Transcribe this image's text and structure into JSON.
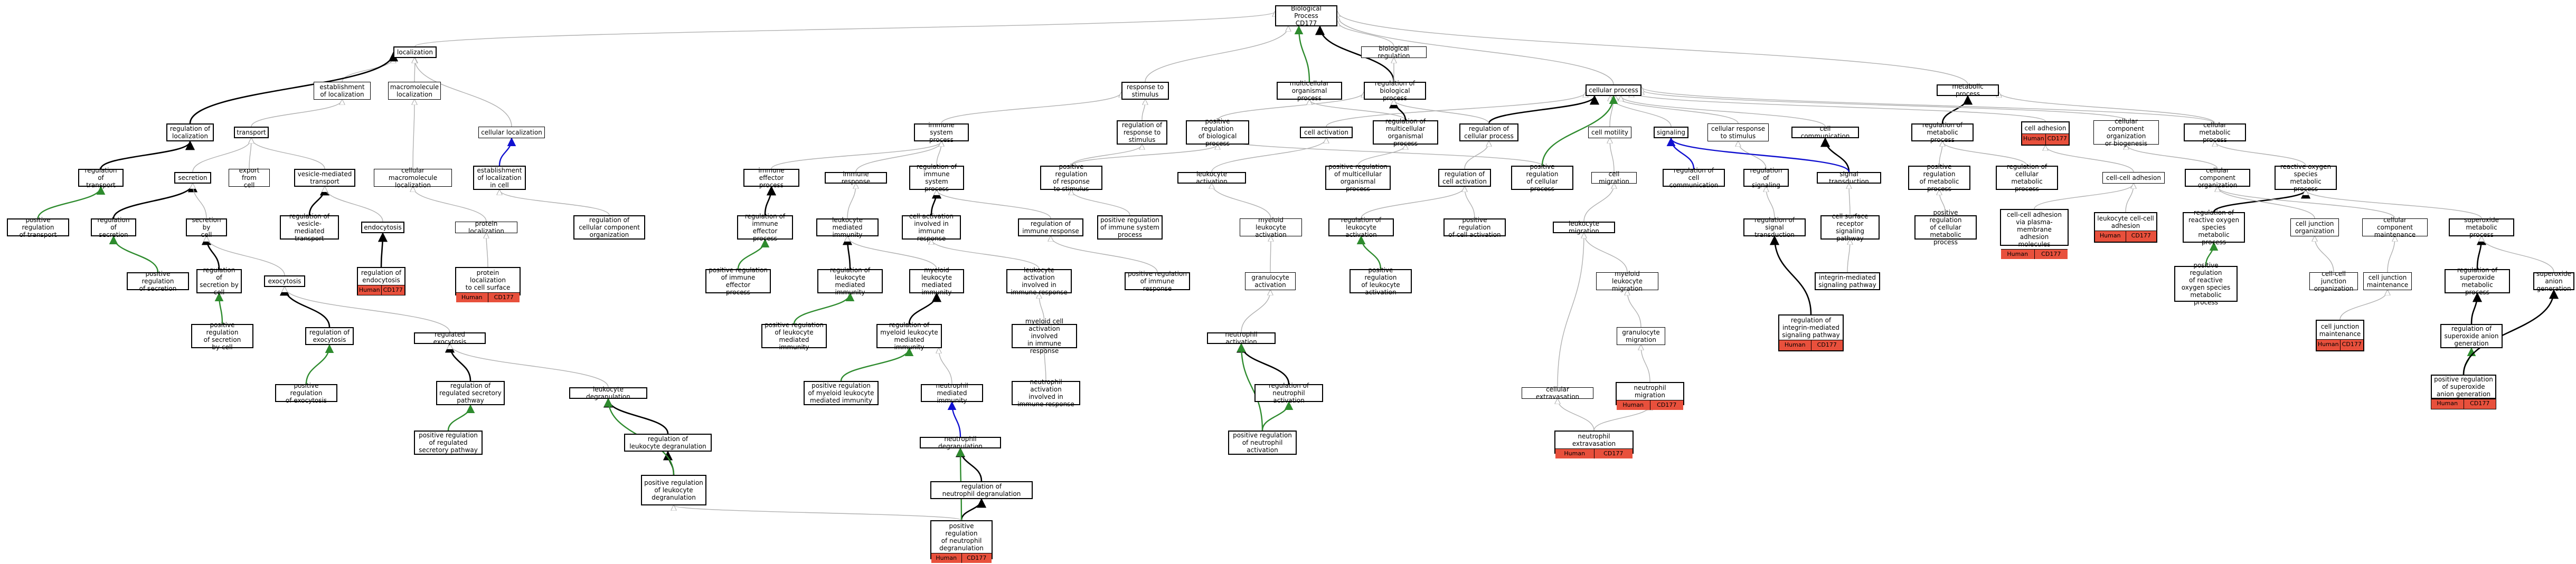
{
  "colors": {
    "grey": "#b0b0b0",
    "black": "#000000",
    "green": "#2e8b2e",
    "blue": "#1010d0",
    "gene": "#e8503c"
  },
  "gene_tag": {
    "species": "Human",
    "gene": "CD177"
  },
  "nodes": {
    "bp": "Biological Process\nCD177",
    "localization": "localization",
    "bioreg": "biological regulation",
    "est_loc": "establishment\nof localization",
    "macro_loc": "macromolecule\nlocalization",
    "resp_stim": "response to\nstimulus",
    "multi_proc": "multicellular\norganismal process",
    "reg_bio": "regulation of\nbiological process",
    "cell_proc": "cellular process",
    "met_proc": "metabolic process",
    "reg_loc": "regulation of\nlocalization",
    "transport": "transport",
    "cell_loc": "cellular localization",
    "imm_sys": "immune system\nprocess",
    "reg_resp_stim": "regulation of\nresponse to\nstimulus",
    "pos_reg_bio": "positive regulation\nof biological\nprocess",
    "cell_act": "cell activation",
    "reg_multi": "regulation of\nmulticellular\norganismal process",
    "reg_cell_proc": "regulation of\ncellular process",
    "cell_mot": "cell motility",
    "signaling": "signaling",
    "cell_resp_stim": "cellular response\nto stimulus",
    "cell_comm": "cell communication",
    "reg_met": "regulation of\nmetabolic process",
    "cell_adh": "cell adhesion",
    "cc_org": "cellular component\norganization\nor biogenesis",
    "cell_met": "cellular metabolic\nprocess",
    "reg_transport": "regulation of\ntransport",
    "secretion": "secretion",
    "export_cell": "export from\ncell",
    "vesicle_trans": "vesicle-mediated\ntransport",
    "cell_macro_loc": "cellular macromolecule\nlocalization",
    "est_loc_cell": "establishment\nof localization\nin cell",
    "imm_eff": "immune effector\nprocess",
    "imm_resp": "immune response",
    "reg_imm_sys": "regulation of\nimmune system\nprocess",
    "pos_reg_resp_stim": "positive regulation\nof response\nto stimulus",
    "leuk_act": "leukocyte activation",
    "pos_reg_multi": "positive regulation\nof multicellular\norganismal process",
    "reg_cell_act": "regulation of\ncell activation",
    "pos_reg_cell_proc": "positive regulation\nof cellular\nprocess",
    "cell_mig": "cell migration",
    "reg_cell_comm": "regulation of\ncell communication",
    "reg_signaling": "regulation of\nsignaling",
    "sig_trans": "signal transduction",
    "pos_reg_met": "positive regulation\nof metabolic\nprocess",
    "reg_cell_met": "regulation of\ncellular metabolic\nprocess",
    "cc_adh": "cell-cell adhesion",
    "cc_org2": "cellular component\norganization",
    "ros_met": "reactive oxygen\nspecies metabolic\nprocess",
    "pos_reg_trans": "positive regulation\nof transport",
    "reg_secretion": "regulation of\nsecretion",
    "secr_cell": "secretion by\ncell",
    "reg_vesicle": "regulation of\nvesicle-mediated\ntransport",
    "endocytosis": "endocytosis",
    "prot_loc": "protein localization",
    "reg_cc_org": "regulation of\ncellular component\norganization",
    "reg_imm_eff": "regulation of\nimmune effector\nprocess",
    "leuk_med_imm": "leukocyte mediated\nimmunity",
    "cell_act_imm": "cell activation\ninvolved in\nimmune response",
    "reg_imm_resp": "regulation of\nimmune response",
    "pos_reg_imm_sys": "positive regulation\nof immune system\nprocess",
    "myel_leuk_act": "myeloid leukocyte\nactivation",
    "reg_leuk_act": "regulation of\nleukocyte activation",
    "pos_reg_cell_act": "positive regulation\nof cell activation",
    "leuk_mig": "leukocyte migration",
    "reg_sig_trans": "regulation of\nsignal transduction",
    "cell_surf_rec": "cell surface\nreceptor signaling\npathway",
    "pos_reg_cell_met": "positive regulation\nof cellular\nmetabolic process",
    "reg_ros_met": "regulation of\nreactive oxygen\nspecies metabolic\nprocess",
    "cell_junc_org": "cell junction\norganization",
    "cc_maint": "cellular component\nmaintenance",
    "superox_met": "superoxide metabolic\nprocess",
    "pos_reg_secretion": "positive regulation\nof secretion",
    "reg_secr_cell": "regulation of\nsecretion by\ncell",
    "exocytosis": "exocytosis",
    "pos_reg_imm_eff": "positive regulation\nof immune effector\nprocess",
    "reg_leuk_med": "regulation of\nleukocyte mediated\nimmunity",
    "myel_leuk_med": "myeloid leukocyte\nmediated\nimmunity",
    "leuk_act_imm": "leukocyte activation\ninvolved in\nimmune response",
    "pos_reg_imm_resp": "positive regulation\nof immune response",
    "gran_act": "granulocyte\nactivation",
    "pos_reg_leuk_act": "positive regulation\nof leukocyte\nactivation",
    "myel_leuk_mig": "myeloid leukocyte\nmigration",
    "integrin_sig": "integrin-mediated\nsignaling pathway",
    "pos_reg_ros": "positive regulation\nof reactive\noxygen species\nmetabolic process",
    "cell_junc_maint": "cell junction\nmaintenance",
    "reg_superox": "regulation of\nsuperoxide metabolic\nprocess",
    "superox_gen": "superoxide anion\ngeneration",
    "pos_reg_secr_cell": "positive regulation\nof secretion\nby cell",
    "reg_exocytosis": "regulation of\nexocytosis",
    "reg_exo_reg": "regulated exocytosis",
    "pos_reg_leuk_med": "positive regulation\nof leukocyte\nmediated immunity",
    "reg_myel_leuk": "regulation of\nmyeloid leukocyte\nmediated immunity",
    "myel_cell_act": "myeloid cell\nactivation involved\nin immune response",
    "neut_act": "neutrophil activation",
    "gran_mig": "granulocyte\nmigration",
    "pos_reg_superox": "positive regulation\nof superoxide\nanion generation",
    "reg_superox_gen": "regulation of\nsuperoxide anion\ngeneration",
    "pos_reg_exo": "positive regulation\nof exocytosis",
    "reg_reg_secr": "regulation of\nregulated secretory\npathway",
    "leuk_degran": "leukocyte degranulation",
    "pos_reg_myel": "positive regulation\nof myeloid leukocyte\nmediated immunity",
    "neut_med_imm": "neutrophil mediated\nimmunity",
    "neut_act_imm": "neutrophil activation\ninvolved in\nimmune response",
    "reg_neut_act": "regulation of\nneutrophil activation",
    "cell_extrav": "cellular extravasation",
    "pos_reg_reg_secr": "positive regulation\nof regulated\nsecretory pathway",
    "reg_leuk_degran": "regulation of\nleukocyte degranulation",
    "neut_degran": "neutrophil degranulation",
    "pos_reg_neut_act": "positive regulation\nof neutrophil\nactivation",
    "pos_reg_leuk_degran": "positive regulation\nof leukocyte\ndegranulation",
    "reg_neut_degran": "regulation of\nneutrophil degranulation"
  },
  "gene_nodes": {
    "reg_endo": "regulation of\nendocytosis",
    "prot_loc_surf": "protein localization\nto cell surface",
    "cc_adh_plasma": "cell-cell adhesion\nvia plasma-membrane\nadhesion molecules",
    "leuk_cc_adh": "leukocyte cell-cell\nadhesion",
    "reg_integrin": "regulation of\nintegrin-mediated\nsignaling pathway",
    "cell_junc_main": "cell junction\nmaintenance",
    "neut_mig": "neutrophil migration",
    "neut_extrav": "neutrophil extravasation",
    "pos_reg_neut_degran": "positive regulation\nof neutrophil\ndegranulation"
  }
}
